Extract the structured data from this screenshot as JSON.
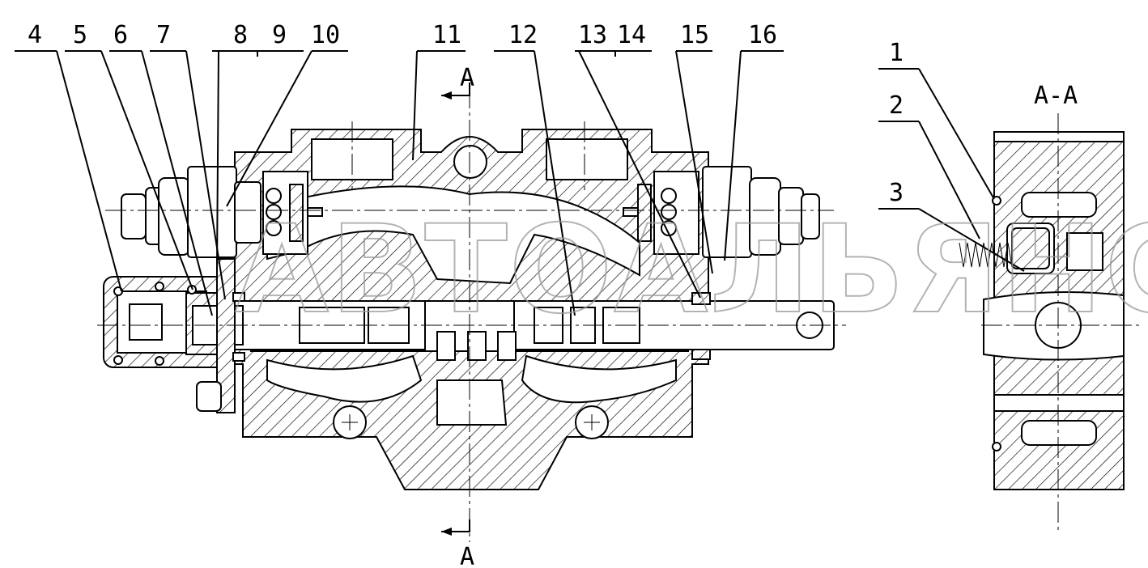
{
  "callouts": {
    "c1": "1",
    "c2": "2",
    "c3": "3",
    "c4": "4",
    "c5": "5",
    "c6": "6",
    "c7": "7",
    "c8": "8",
    "c9": "9",
    "c10": "10",
    "c11": "11",
    "c12": "12",
    "c13": "13",
    "c14": "14",
    "c15": "15",
    "c16": "16"
  },
  "section": {
    "mark_top": "A",
    "mark_bottom": "A",
    "view_title": "A-A"
  },
  "watermark": "АВТОАЛЬЯНС"
}
